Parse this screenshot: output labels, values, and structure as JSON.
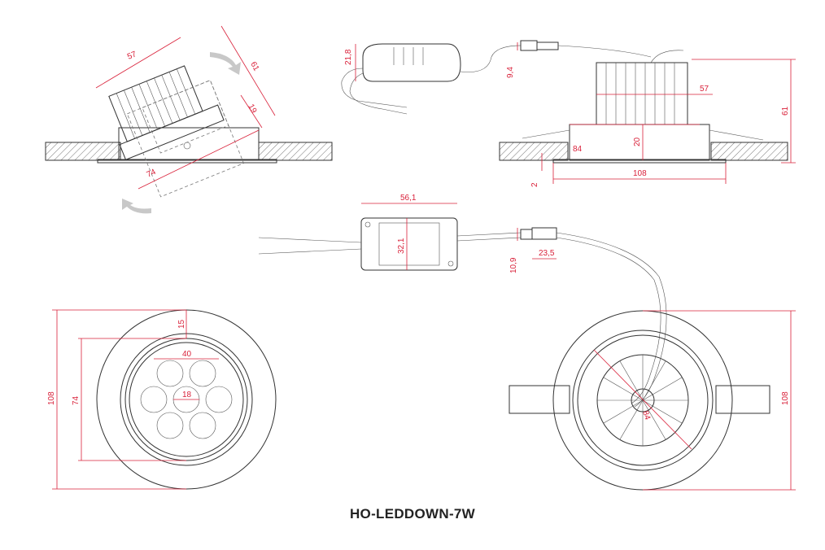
{
  "title": "HO-LEDDOWN-7W",
  "colors": {
    "dimension": "#d9213a",
    "line": "#333333"
  },
  "dimensions": {
    "tilt_view": {
      "height": "57",
      "side": "61",
      "depth": "19",
      "diameter": "74"
    },
    "driver_side": {
      "height": "21,8"
    },
    "connector_side": {
      "height": "9,4"
    },
    "side_view": {
      "heatsink": "57",
      "height": "61",
      "inner": "84",
      "body": "20",
      "flange": "2",
      "outer": "108"
    },
    "driver_top": {
      "length": "56,1",
      "width": "32,1"
    },
    "connector_top": {
      "height": "10,9",
      "length": "23,5"
    },
    "front_view": {
      "outer": "108",
      "inner": "74",
      "rim": "15",
      "led_span": "40",
      "led": "18"
    },
    "back_view": {
      "diameter": "84",
      "outer": "108"
    }
  }
}
